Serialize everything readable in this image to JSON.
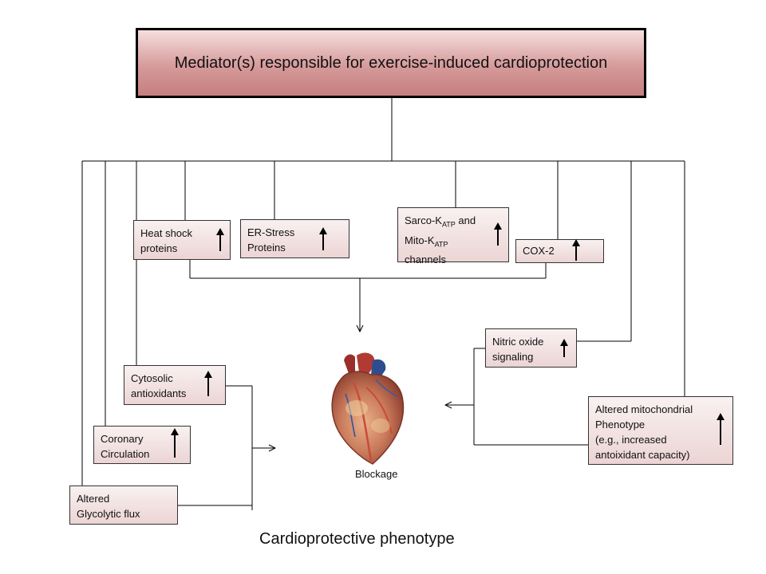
{
  "title": "Mediator(s) responsible for exercise-induced cardioprotection",
  "boxes": {
    "heat_shock": [
      "Heat shock",
      "proteins"
    ],
    "er_stress": [
      "ER-Stress",
      "Proteins"
    ],
    "katp": {
      "line1_pre": "Sarco-K",
      "line1_sub": "ATP",
      "line1_post": " and",
      "line2_pre": "Mito-K",
      "line2_sub": "ATP",
      "line3": "channels"
    },
    "cox2": "COX-2",
    "nitric_oxide": [
      "Nitric oxide",
      "signaling"
    ],
    "mito": [
      "Altered mitochondrial",
      "Phenotype",
      "(e.g., increased",
      "antoixidant capacity)"
    ],
    "cytosolic": [
      "Cytosolic",
      "antioxidants"
    ],
    "coronary": [
      "Coronary",
      "Circulation"
    ],
    "glycolytic": [
      "Altered",
      "Glycolytic flux"
    ]
  },
  "heart_label": "Blockage",
  "caption": "Cardioprotective phenotype",
  "colors": {
    "title_fill": "#d69a9a",
    "box_fill": "#ecd4d4",
    "line": "#000000"
  },
  "icons": [
    "up-arrow-icon",
    "heart-illustration"
  ]
}
